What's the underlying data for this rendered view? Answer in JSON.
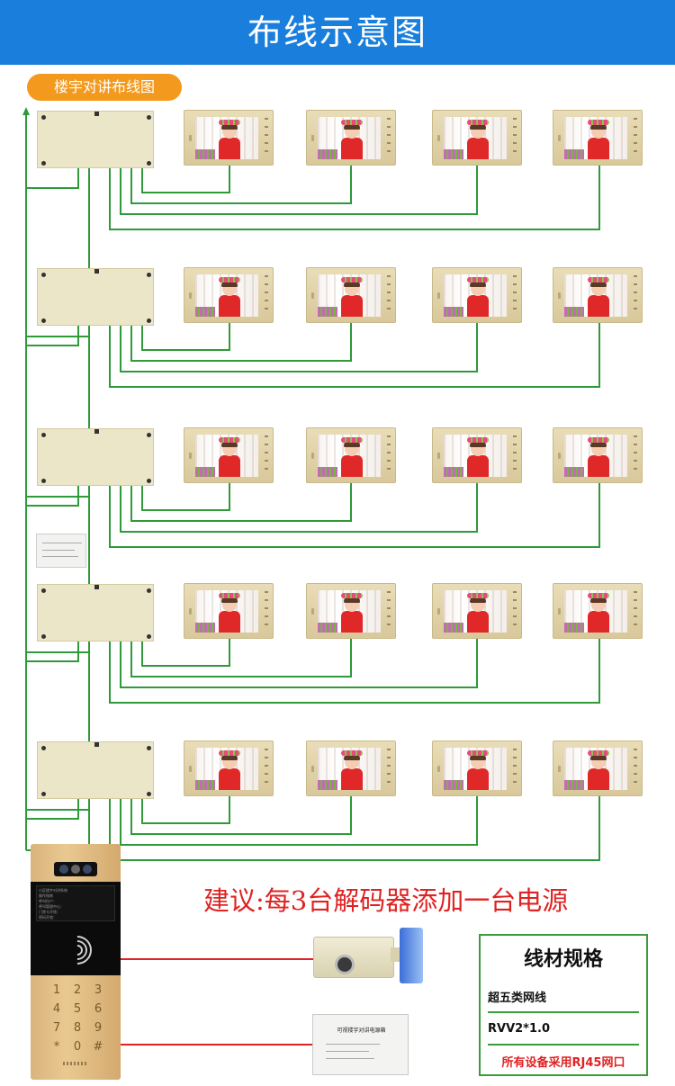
{
  "header": {
    "title": "布线示意图"
  },
  "badge": {
    "label": "楼宇对讲布线图"
  },
  "advice": {
    "text": "建议:每3台解码器添加一台电源"
  },
  "spec": {
    "title": "线材规格",
    "items": [
      "超五类网线",
      "RVV2*1.0"
    ],
    "note": "所有设备采用RJ45网口"
  },
  "devices": {
    "decoder_count": 5,
    "monitors_per_decoder": 4,
    "door_station_screen_lines": [
      "小区楼宇对讲系统",
      "操作指南",
      "呼叫住户：",
      "呼叫管理中心：",
      "门禁卡开锁：",
      "密码开锁："
    ],
    "door_station_keys": [
      "1",
      "2",
      "3",
      "4",
      "5",
      "6",
      "7",
      "8",
      "9",
      "*",
      "0",
      "#"
    ],
    "power_supply_label": "可视楼宇对讲电源箱"
  },
  "colors": {
    "header": "#1a7fdc",
    "badge": "#f39a1e",
    "wire_green": "#2e9a3a",
    "wire_red": "#e02222",
    "spec_border": "#3a9c3a"
  }
}
